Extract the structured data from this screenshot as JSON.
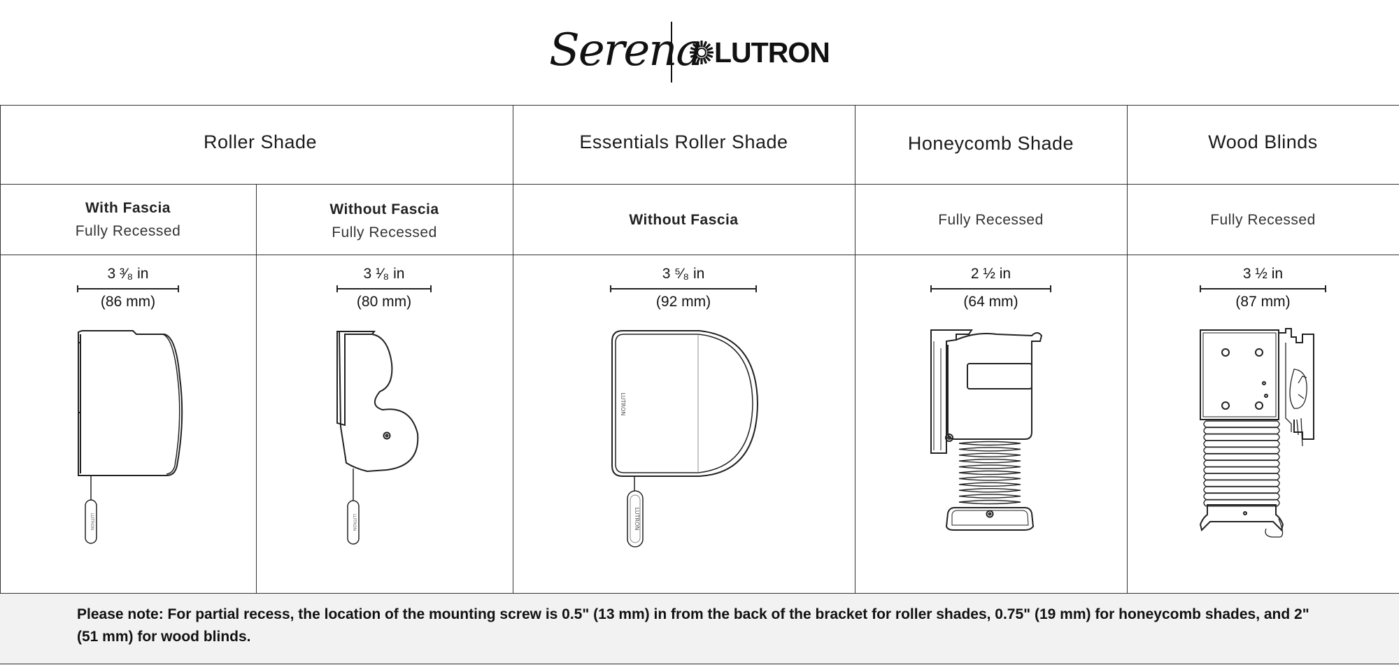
{
  "brand": {
    "serena": "Serena",
    "lutron": "LUTRON"
  },
  "columns": [
    {
      "title": "Roller Shade",
      "variants": [
        {
          "name": "With Fascia",
          "mount": "Fully Recessed",
          "dim_in": "3 ³⁄₈ in",
          "dim_mm": "(86 mm)"
        },
        {
          "name": "Without Fascia",
          "mount": "Fully Recessed",
          "dim_in": "3 ¹⁄₈ in",
          "dim_mm": "(80 mm)"
        }
      ]
    },
    {
      "title": "Essentials Roller Shade",
      "variants": [
        {
          "name": "Without Fascia",
          "mount": "",
          "dim_in": "3 ⁵⁄₈ in",
          "dim_mm": "(92 mm)"
        }
      ]
    },
    {
      "title": "Honeycomb Shade",
      "variants": [
        {
          "name": "",
          "mount": "Fully Recessed",
          "dim_in": "2 ½ in",
          "dim_mm": "(64 mm)"
        }
      ]
    },
    {
      "title": "Wood Blinds",
      "variants": [
        {
          "name": "",
          "mount": "Fully Recessed",
          "dim_in": "3 ½ in",
          "dim_mm": "(87 mm)"
        }
      ]
    }
  ],
  "product_marks": {
    "pull_logo": "LUTRON",
    "essentials_logo": "LUTRON"
  },
  "note": "Please note: For partial recess, the location of the mounting screw is 0.5\" (13 mm) in from the back of the bracket for roller shades, 0.75\" (19 mm) for honeycomb shades, and 2\" (51 mm) for wood blinds."
}
